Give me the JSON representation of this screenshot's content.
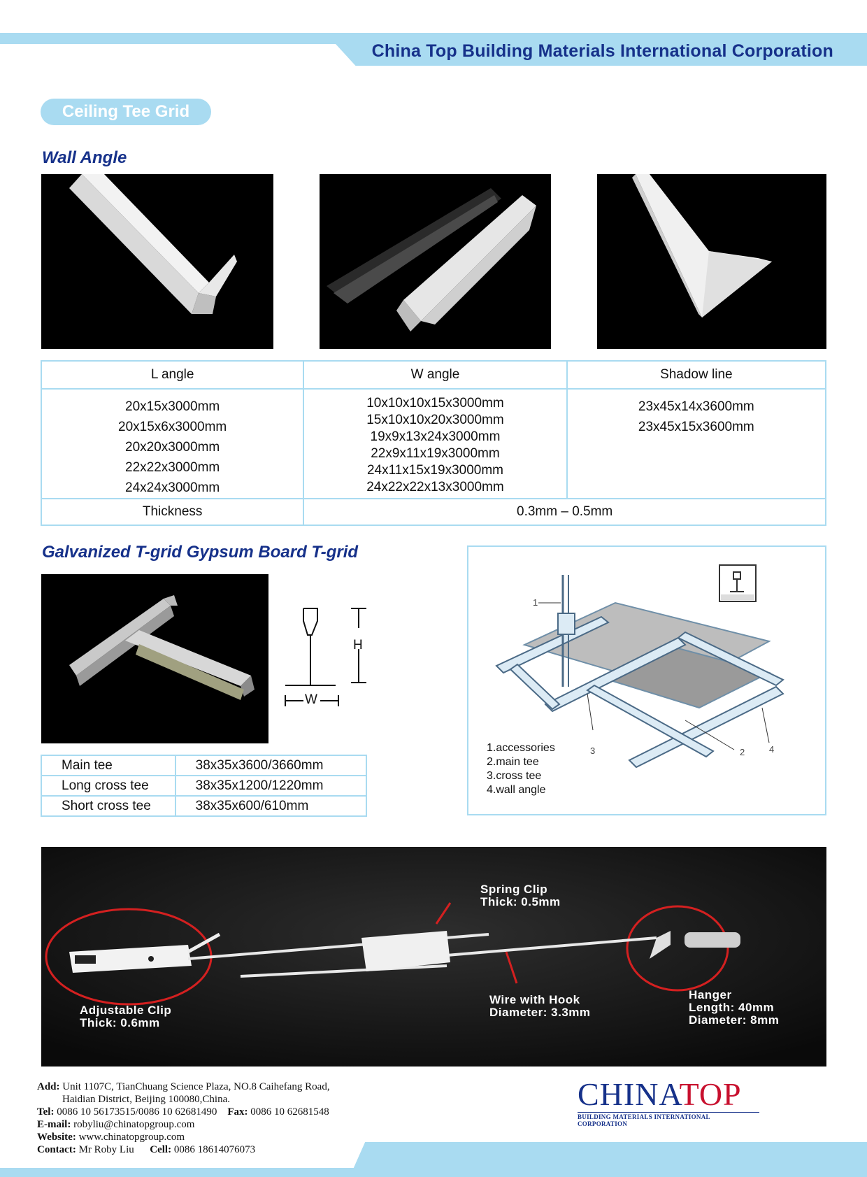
{
  "header": {
    "company": "China Top Building Materials International Corporation"
  },
  "section_pill": "Ceiling Tee Grid",
  "wall_angle": {
    "title": "Wall Angle",
    "table": {
      "headers": [
        "L angle",
        "W angle",
        "Shadow line"
      ],
      "l_angle": [
        "20x15x3000mm",
        "20x15x6x3000mm",
        "20x20x3000mm",
        "22x22x3000mm",
        "24x24x3000mm"
      ],
      "w_angle": [
        "10x10x10x15x3000mm",
        "15x10x10x20x3000mm",
        "19x9x13x24x3000mm",
        "22x9x11x19x3000mm",
        "24x11x15x19x3000mm",
        "24x22x22x13x3000mm"
      ],
      "shadow_line": [
        "23x45x14x3600mm",
        "23x45x15x3600mm"
      ],
      "thickness_label": "Thickness",
      "thickness_value": "0.3mm – 0.5mm"
    }
  },
  "tgrid": {
    "title": "Galvanized T-grid Gypsum Board T-grid",
    "profile_labels": {
      "height": "H",
      "width": "W"
    },
    "rows": [
      {
        "name": "Main tee",
        "size": "38x35x3600/3660mm"
      },
      {
        "name": "Long cross tee",
        "size": "38x35x1200/1220mm"
      },
      {
        "name": "Short cross tee",
        "size": "38x35x600/610mm"
      }
    ]
  },
  "diagram": {
    "numbers": [
      "1",
      "2",
      "3",
      "4"
    ],
    "legend": [
      "1.accessories",
      "2.main tee",
      "3.cross tee",
      "4.wall angle"
    ]
  },
  "hanger": {
    "spring_clip": [
      "Spring Clip",
      "Thick: 0.5mm"
    ],
    "adjustable_clip": [
      "Adjustable Clip",
      "Thick: 0.6mm"
    ],
    "wire": [
      "Wire with Hook",
      "Diameter: 3.3mm"
    ],
    "hanger": [
      "Hanger",
      "Length: 40mm",
      "Diameter: 8mm"
    ]
  },
  "footer": {
    "add_label": "Add:",
    "add_line1": "Unit 1107C, TianChuang Science Plaza, NO.8 Caihefang Road,",
    "add_line2": "Haidian District, Beijing 100080,China.",
    "tel_label": "Tel:",
    "tel": "0086 10 56173515/0086 10 62681490",
    "fax_label": "Fax:",
    "fax": "0086 10 62681548",
    "email_label": "E-mail:",
    "email": "robyliu@chinatopgroup.com",
    "website_label": "Website:",
    "website": "www.chinatopgroup.com",
    "contact_label": "Contact:",
    "contact": "Mr Roby Liu",
    "cell_label": "Cell:",
    "cell": "0086 18614076073"
  },
  "logo": {
    "part1": "CHINA",
    "part2": "TOP",
    "subtitle": "BUILDING MATERIALS INTERNATIONAL CORPORATION"
  },
  "colors": {
    "accent": "#a9dbf1",
    "brand_blue": "#16318a",
    "logo_red": "#c8102e",
    "annotation_red": "#d42020"
  }
}
